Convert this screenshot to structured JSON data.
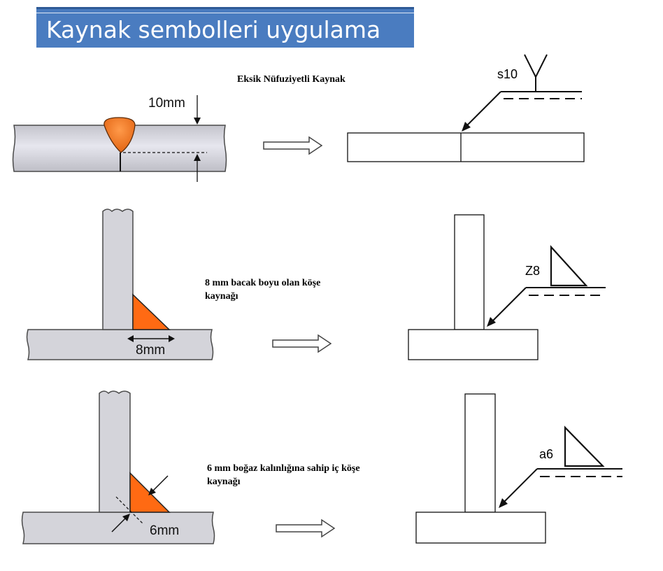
{
  "title": "Kaynak sembolleri uygulama",
  "sections": [
    {
      "caption": "Eksik Nüfuziyetli Kaynak",
      "dimension_label": "10mm",
      "symbol_label": "s10"
    },
    {
      "caption_line1": "8 mm bacak boyu olan köşe",
      "caption_line2": "kaynağı",
      "dimension_label": "8mm",
      "symbol_label": "Z8"
    },
    {
      "caption_line1": "6 mm boğaz kalınlığına sahip iç köşe",
      "caption_line2": "kaynağı",
      "dimension_label": "6mm",
      "symbol_label": "a6"
    }
  ],
  "colors": {
    "title_background": "#4a7cc0",
    "weld_orange": "#ff6a13",
    "steel_gray": "#d4d4da"
  }
}
